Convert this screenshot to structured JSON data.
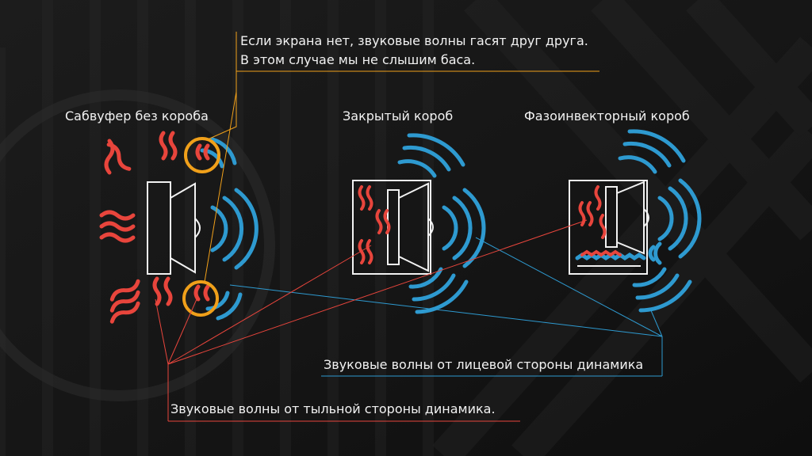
{
  "titles": {
    "no_box": "Сабвуфер без короба",
    "closed_box": "Закрытый короб",
    "ported_box": "Фазоинвекторный короб"
  },
  "notes": {
    "cancel_line1": "Если экрана нет, звуковые волны гасят друг друга.",
    "cancel_line2": "В этом случае мы не слышим баса.",
    "front_waves": "Звуковые волны от лицевой стороны динамика",
    "back_waves": "Звуковые волны от тыльной стороны динамика."
  },
  "colors": {
    "front_wave": "#2e9ad0",
    "back_wave": "#e8453c",
    "highlight": "#f0a01a",
    "outline": "#f2f2f2",
    "background": "#141414"
  },
  "icons": [
    "speaker-icon",
    "front-wave-icon",
    "back-wave-icon",
    "cancellation-circle-icon"
  ]
}
